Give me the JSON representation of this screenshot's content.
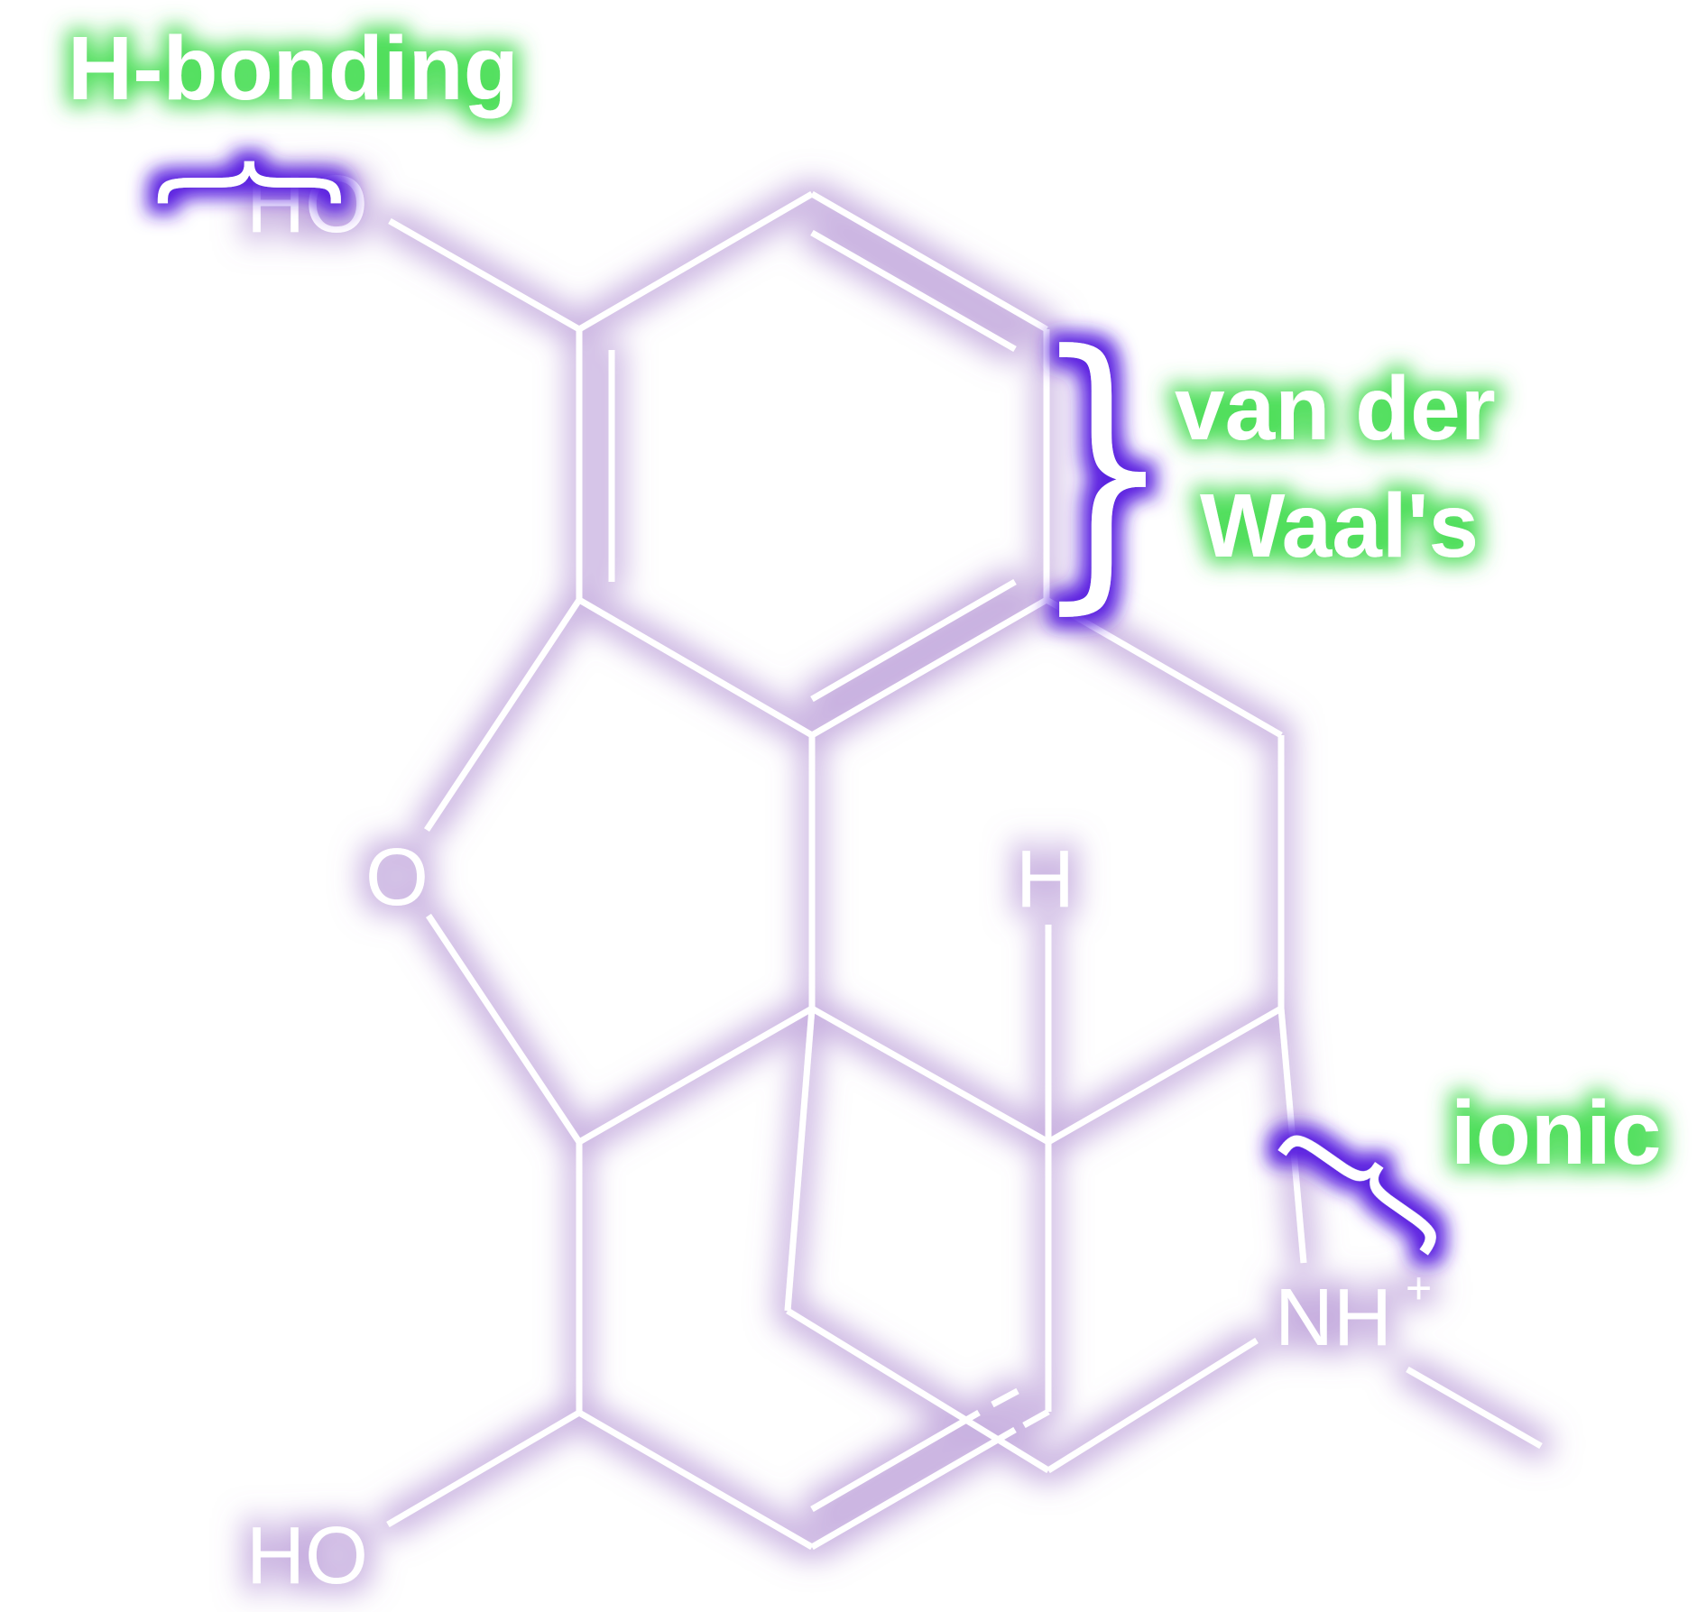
{
  "molecule": {
    "atoms": {
      "oh_top": "HO",
      "oh_bottom": "HO",
      "ring_oxygen": "O",
      "hydrogen": "H",
      "amine": "NH",
      "amine_charge": "+"
    }
  },
  "interactions": {
    "h_bonding": "H-bonding",
    "vdw_line1": "van der",
    "vdw_line2": "Waal's",
    "ionic": "ionic"
  },
  "colors": {
    "molecule_glow": "#9a6fc6",
    "label_glow": "#3ddb4a",
    "brace_glow": "#5a20e0",
    "foreground": "#ffffff",
    "background": "#ffffff"
  }
}
